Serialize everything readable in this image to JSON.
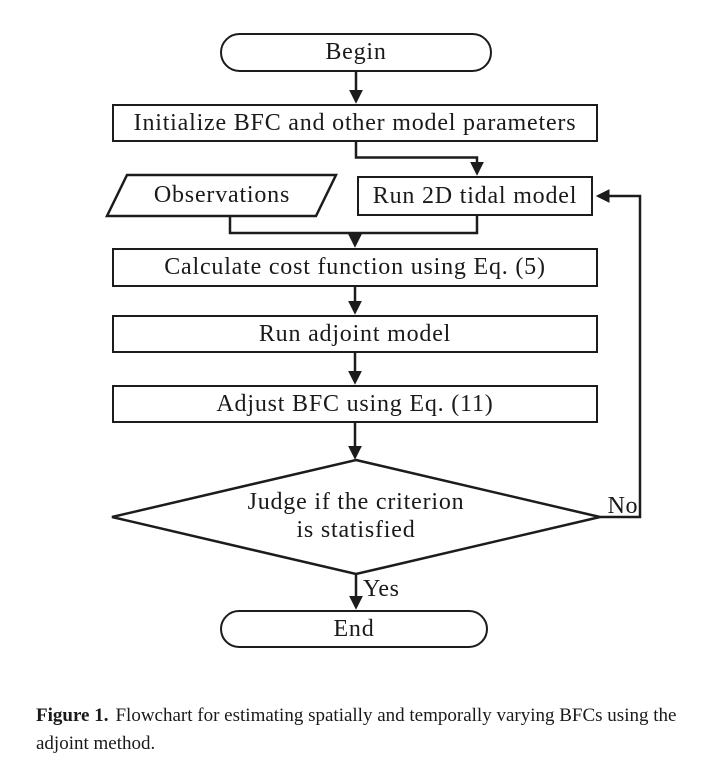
{
  "figure": {
    "type": "flowchart",
    "colors": {
      "stroke": "#1c1c1c",
      "text": "#1a1a1a",
      "background": "#ffffff"
    },
    "nodes": {
      "begin": {
        "shape": "stadium",
        "label": "Begin"
      },
      "initialize": {
        "shape": "rectangle",
        "label": "Initialize BFC and other model parameters"
      },
      "observations": {
        "shape": "parallelogram",
        "label": "Observations"
      },
      "run_tidal": {
        "shape": "rectangle",
        "label": "Run 2D tidal model"
      },
      "calculate": {
        "shape": "rectangle",
        "label": "Calculate cost function using Eq. (5)"
      },
      "adjoint": {
        "shape": "rectangle",
        "label": "Run adjoint model"
      },
      "adjust": {
        "shape": "rectangle",
        "label": "Adjust BFC using Eq. (11)"
      },
      "judge": {
        "shape": "diamond",
        "label_line1": "Judge if the criterion",
        "label_line2": "is statisfied"
      },
      "end": {
        "shape": "stadium",
        "label": "End"
      }
    },
    "edges": [
      {
        "from": "begin",
        "to": "initialize",
        "label": ""
      },
      {
        "from": "initialize",
        "to": "run_tidal",
        "label": ""
      },
      {
        "from": "observations",
        "to": "calculate",
        "label": ""
      },
      {
        "from": "run_tidal",
        "to": "calculate",
        "label": ""
      },
      {
        "from": "calculate",
        "to": "adjoint",
        "label": ""
      },
      {
        "from": "adjoint",
        "to": "adjust",
        "label": ""
      },
      {
        "from": "adjust",
        "to": "judge",
        "label": ""
      },
      {
        "from": "judge",
        "to": "end",
        "label": "Yes"
      },
      {
        "from": "judge",
        "to": "run_tidal",
        "label": "No"
      }
    ],
    "edge_labels": {
      "yes": "Yes",
      "no": "No"
    }
  },
  "caption": {
    "label": "Figure 1.",
    "text": "Flowchart for estimating spatially and temporally varying BFCs using the adjoint method."
  }
}
